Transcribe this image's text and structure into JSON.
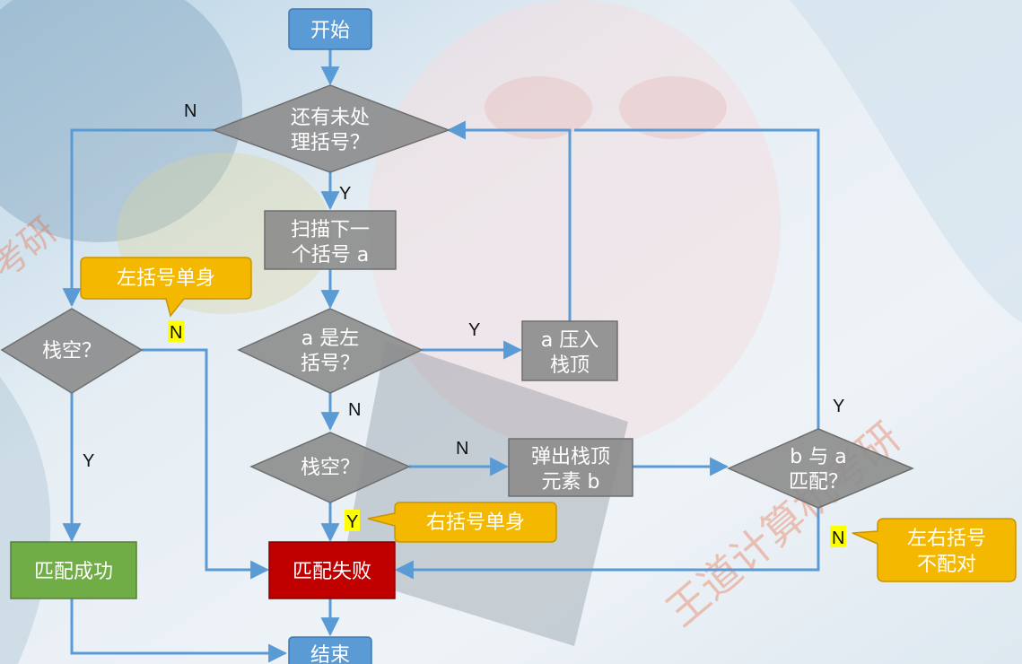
{
  "nodes": {
    "start": "开始",
    "end": "结束",
    "has_more_1": "还有未处",
    "has_more_2": "理括号？",
    "scan_1": "扫描下一",
    "scan_2": "个括号 a",
    "is_left_1": "a 是左",
    "is_left_2": "括号？",
    "push_1": "a 压入",
    "push_2": "栈顶",
    "stack_empty_left": "栈空？",
    "stack_empty_mid": "栈空？",
    "pop_1": "弹出栈顶",
    "pop_2": "元素 b",
    "match_1": "b 与 a",
    "match_2": "匹配？",
    "success": "匹配成功",
    "fail": "匹配失败"
  },
  "edge_labels": {
    "has_more_no": "N",
    "has_more_yes": "Y",
    "is_left_yes": "Y",
    "is_left_no": "N",
    "mid_empty_no": "N",
    "mid_empty_yes": "Y",
    "left_empty_yes": "Y",
    "left_empty_no": "N",
    "match_yes": "Y",
    "match_no": "N"
  },
  "callouts": {
    "left_single": "左括号单身",
    "right_single": "右括号单身",
    "mismatch_1": "左右括号",
    "mismatch_2": "不配对"
  },
  "colors": {
    "start_end": "#5b9bd5",
    "process": "#8c8c8c",
    "decision": "#8c8c8c",
    "success": "#70ad47",
    "fail": "#c00000",
    "arrow": "#5b9bd5",
    "callout": "#f5b800",
    "highlight": "#ffff00"
  }
}
